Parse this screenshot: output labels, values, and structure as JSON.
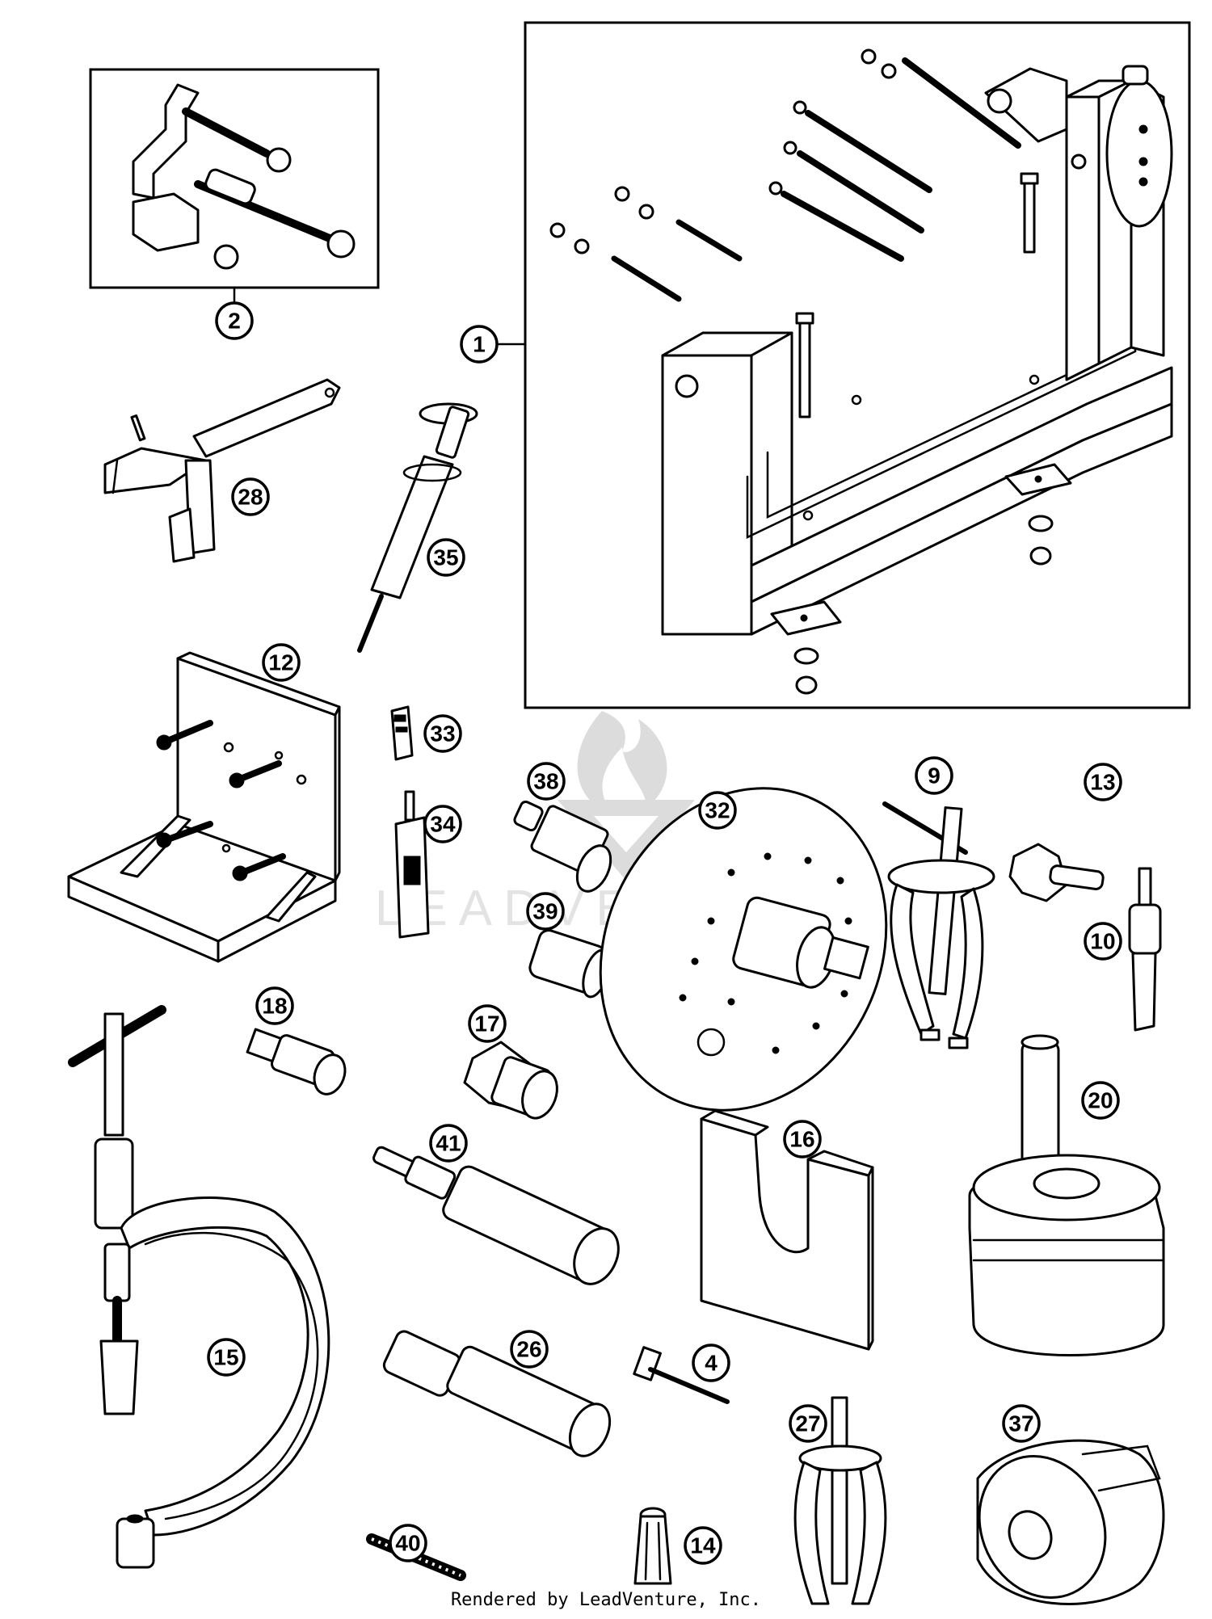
{
  "diagram": {
    "callouts": [
      "1",
      "2",
      "28",
      "35",
      "12",
      "33",
      "34",
      "38",
      "39",
      "32",
      "9",
      "13",
      "10",
      "18",
      "17",
      "41",
      "16",
      "20",
      "15",
      "26",
      "4",
      "27",
      "37",
      "40",
      "14"
    ],
    "watermark": "LEADVENTURE",
    "footer": "Rendered by LeadVenture, Inc."
  }
}
